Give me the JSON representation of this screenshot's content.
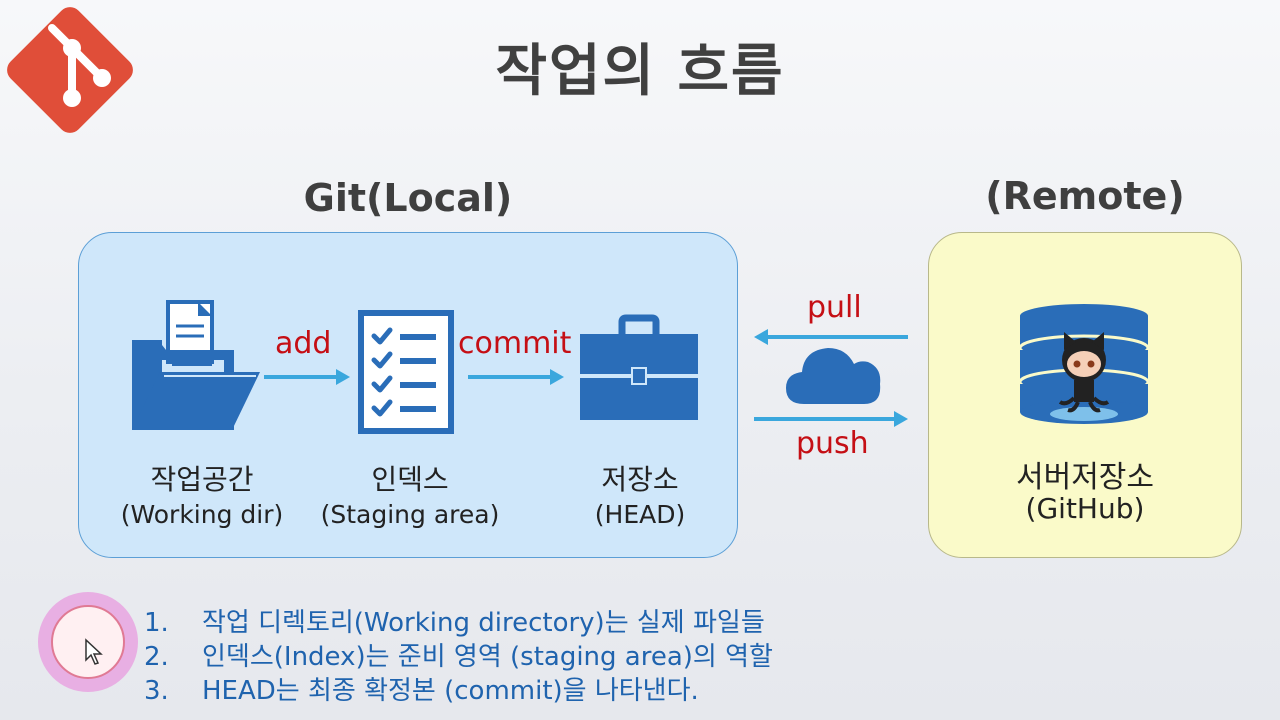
{
  "title": "작업의 흐름",
  "local": {
    "label": "Git(Local)",
    "stages": [
      {
        "name": "작업공간",
        "sub": "(Working dir)",
        "icon": "folder-document-icon"
      },
      {
        "name": "인덱스",
        "sub": "(Staging area)",
        "icon": "checklist-icon"
      },
      {
        "name": "저장소",
        "sub": "(HEAD)",
        "icon": "briefcase-icon"
      }
    ]
  },
  "remote": {
    "label": "(Remote)",
    "name": "서버저장소",
    "sub": "(GitHub)",
    "icon": "database-octocat-icon"
  },
  "operations": {
    "add": "add",
    "commit": "commit",
    "pull": "pull",
    "push": "push"
  },
  "notes": [
    {
      "num": "1.",
      "text": "작업 디렉토리(Working directory)는 실제 파일들"
    },
    {
      "num": "2.",
      "text": "인덱스(Index)는 준비 영역 (staging area)의 역할"
    },
    {
      "num": "3.",
      "text": "HEAD는 최종 확정본 (commit)을 나타낸다."
    }
  ],
  "colors": {
    "icon_blue": "#2a6db8",
    "arrow_blue": "#3aa7dd",
    "op_red": "#c50f15",
    "local_box": "#cfe7fa",
    "remote_box": "#fafac9",
    "note_blue": "#1f63ae",
    "git_logo": "#e04e39"
  }
}
